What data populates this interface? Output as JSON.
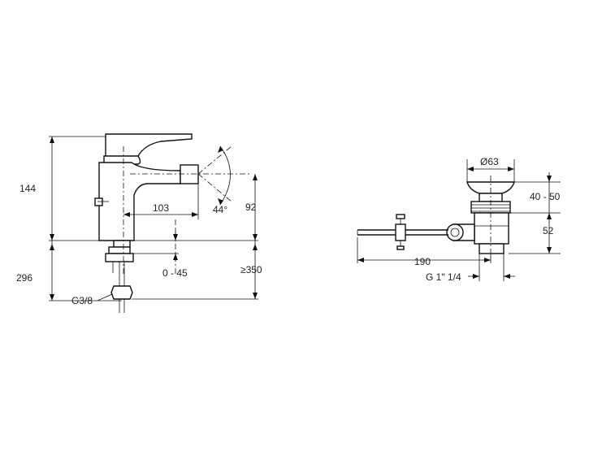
{
  "faucet_view": {
    "dims": {
      "height_top": "144",
      "height_bottom": "296",
      "reach": "103",
      "spout_height": "92",
      "angle": "44°",
      "range": "0 - 45",
      "min_length": "≥350",
      "thread": "G3/8"
    }
  },
  "waste_view": {
    "dims": {
      "diameter": "Ø63",
      "stroke": "40 - 50",
      "height": "52",
      "rod_length": "190",
      "thread": "G 1\" 1/4"
    }
  }
}
